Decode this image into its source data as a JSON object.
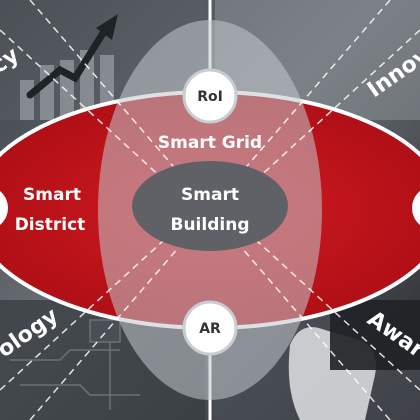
{
  "diagram": {
    "top_node": "RoI",
    "bottom_node": "AR",
    "center_lines": [
      "Smart",
      "Building"
    ],
    "top_region": "Smart Grid",
    "left_lines": [
      "Smart",
      "District"
    ],
    "corner_top_left": "cy",
    "corner_top_right": "Innov",
    "corner_bottom_left": "ology",
    "corner_bottom_right": "Awar"
  },
  "colors": {
    "red": "#c8161d",
    "red_dark": "#8e0a0f",
    "overlay": "#b9bec4",
    "center": "#5f6166",
    "background": "#2e3236"
  }
}
